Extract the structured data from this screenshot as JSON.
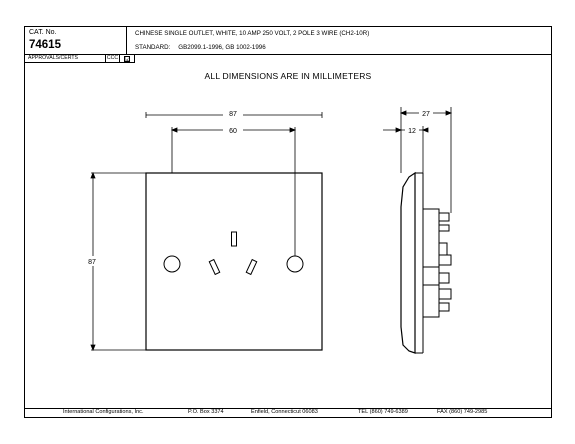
{
  "header": {
    "cat_label": "CAT. No.",
    "cat_number": "74615",
    "description": "CHINESE SINGLE OUTLET, WHITE, 10 AMP 250 VOLT, 2 POLE 3 WIRE (CH2-10R)",
    "standard_label": "STANDARD:",
    "standard_value": "GB2099.1-1996, GB 1002-1996"
  },
  "approvals": {
    "label": "APPROVALS/CERTS",
    "csa": "CCC",
    "check": "☑"
  },
  "notice": "ALL DIMENSIONS ARE IN MILLIMETERS",
  "dimensions": {
    "front_width_overall": "87",
    "front_width_pins": "60",
    "front_height": "87",
    "side_depth_overall": "27",
    "side_depth_plate": "12"
  },
  "footer": {
    "company": "International Configurations, Inc.",
    "po_box": "P.O. Box 3374",
    "city": "Enfield, Connecticut 06083",
    "tel": "TEL (860) 749-6389",
    "fax": "FAX (860) 749-2985"
  }
}
